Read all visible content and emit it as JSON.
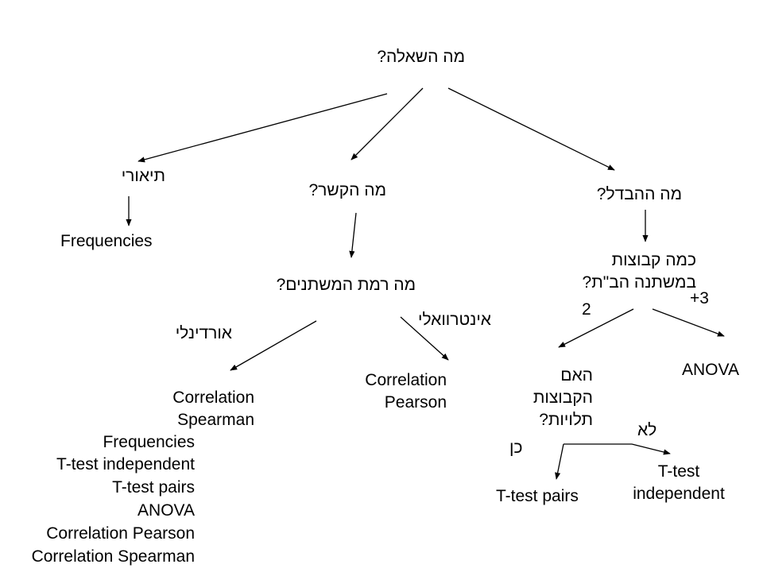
{
  "root": "מה השאלה?",
  "branches": {
    "description": "תיאורי",
    "relationship": "מה הקשר?",
    "difference": "מה ההבדל?"
  },
  "description_result": "Frequencies",
  "variable_level_question": "מה רמת המשתנים?",
  "ordinal_label": "אורדינלי",
  "interval_label": "אינטרוואלי",
  "spearman_result": [
    "Correlation",
    "Spearman"
  ],
  "pearson_result": [
    "Correlation",
    "Pearson"
  ],
  "groups_question": [
    "כמה קבוצות",
    "במשתנה הב\"ת?"
  ],
  "two_groups_label": "2",
  "three_plus_label": "+3",
  "anova_result": "ANOVA",
  "dependent_question": [
    "האם",
    "הקבוצות",
    "תלויות?"
  ],
  "yes_label": "כן",
  "no_label": "לא",
  "paired_result": "T-test pairs",
  "independent_result": [
    "T-test",
    "independent"
  ],
  "summary_list": [
    "Frequencies",
    "T-test independent",
    "T-test pairs",
    "ANOVA",
    "Correlation Pearson",
    "Correlation Spearman"
  ],
  "line_color": "#000000"
}
